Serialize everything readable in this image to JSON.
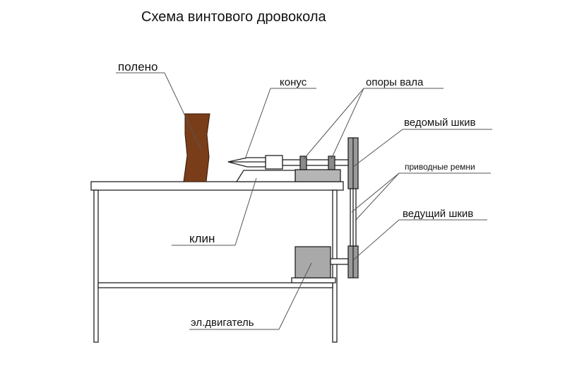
{
  "title": "Схема винтового дровокола",
  "labels": {
    "log": "полено",
    "cone": "конус",
    "shaft_supports": "опоры вала",
    "driven_pulley": "ведомый шкив",
    "drive_belts": "приводные ремни",
    "drive_pulley": "ведущий шкив",
    "wedge": "клин",
    "motor": "эл.двигатель"
  },
  "colors": {
    "log": "#7a3d1a",
    "motor": "#a9a9a9",
    "bearing_base": "#b5b5b5",
    "frame": "#ffffff",
    "line": "#555555"
  }
}
